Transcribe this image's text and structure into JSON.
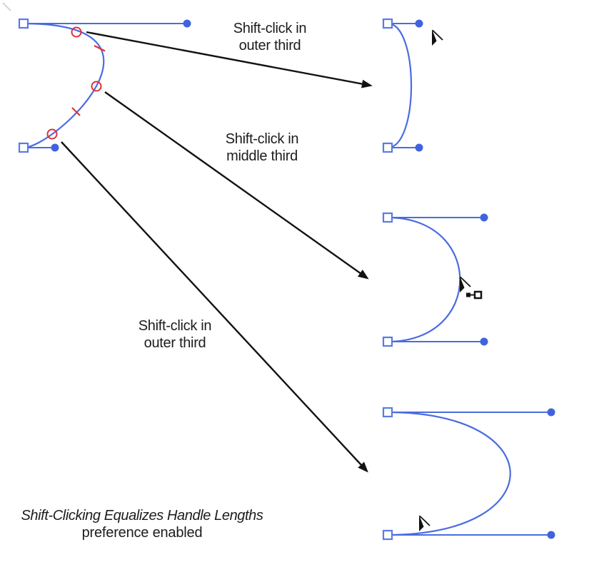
{
  "figure": {
    "labels": [
      {
        "id": "arrow1",
        "line1": "Shift-click in",
        "line2": "outer third"
      },
      {
        "id": "arrow2",
        "line1": "Shift-click in",
        "line2": "middle third"
      },
      {
        "id": "arrow3",
        "line1": "Shift-click in",
        "line2": "outer third"
      }
    ],
    "caption": {
      "title": "Shift-Clicking Equalizes Handle Lengths",
      "subtitle": "preference enabled"
    },
    "colors": {
      "path_blue": "#4a6ce0",
      "anchor_blue": "#5b7ae6",
      "dot_blue": "#3f63de",
      "marker_red": "#e03038",
      "arrow_black": "#121212",
      "text": "#1c1c1c"
    },
    "icons": [
      "cursor-arrow-icon",
      "equal-handles-icon",
      "arrowhead-icon"
    ]
  }
}
